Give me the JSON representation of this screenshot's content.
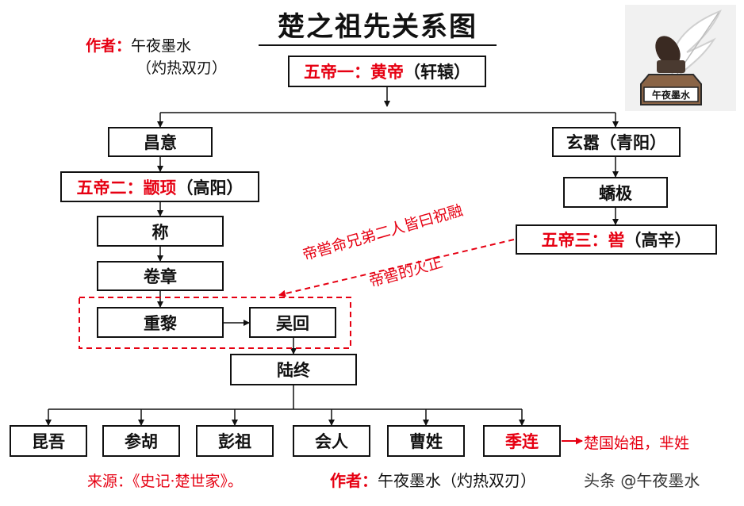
{
  "title": "楚之祖先关系图",
  "author_top": {
    "label": "作者：",
    "name": "午夜墨水",
    "sub": "（灼热双刃）"
  },
  "logo_text": "午夜墨水",
  "nodes": {
    "huangdi": {
      "red": "五帝一：黄帝",
      "plain": "（轩辕）"
    },
    "changyi": {
      "plain": "昌意"
    },
    "xuanxiao": {
      "plain": "玄嚣（青阳）"
    },
    "zhuanxu": {
      "red": "五帝二：颛顼",
      "plain": "（高阳）"
    },
    "jiaoji": {
      "plain": "蟜极"
    },
    "diku": {
      "red": "五帝三：喾",
      "plain": "（高辛）"
    },
    "cheng": {
      "plain": "称"
    },
    "juanzhang": {
      "plain": "卷章"
    },
    "zhongli": {
      "plain": "重黎"
    },
    "wuhui": {
      "plain": "吴回"
    },
    "luzhong": {
      "plain": "陆终"
    },
    "sons": [
      "昆吾",
      "参胡",
      "彭祖",
      "会人",
      "曹姓",
      "季连"
    ]
  },
  "notes": {
    "line1": "帝喾命兄弟二人皆曰祝融",
    "line2": "帝喾的火正"
  },
  "ancestor_note": "楚国始祖，芈姓",
  "footer": {
    "source": "来源：《史记·楚世家》。",
    "author_label": "作者：",
    "author_name": "午夜墨水（灼热双刃）",
    "watermark": "头条 @午夜墨水"
  },
  "colors": {
    "accent": "#e60012",
    "line": "#111111"
  }
}
